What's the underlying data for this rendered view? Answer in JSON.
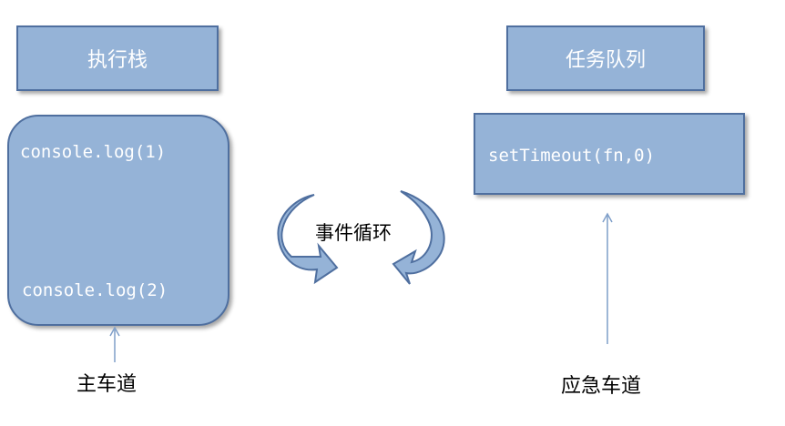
{
  "execution_stack": {
    "title": "执行栈",
    "code_lines": [
      "console.log(1)",
      "console.log(2)"
    ]
  },
  "task_queue": {
    "title": "任务队列",
    "code_line": "setTimeout(fn,0)"
  },
  "event_loop": {
    "label": "事件循环"
  },
  "roads": {
    "main": "主车道",
    "emergency": "应急车道"
  },
  "colors": {
    "box_fill": "#95b3d7",
    "box_border": "#4f6f9f",
    "box_text": "#ffffff",
    "connector": "#7f9fc9"
  }
}
